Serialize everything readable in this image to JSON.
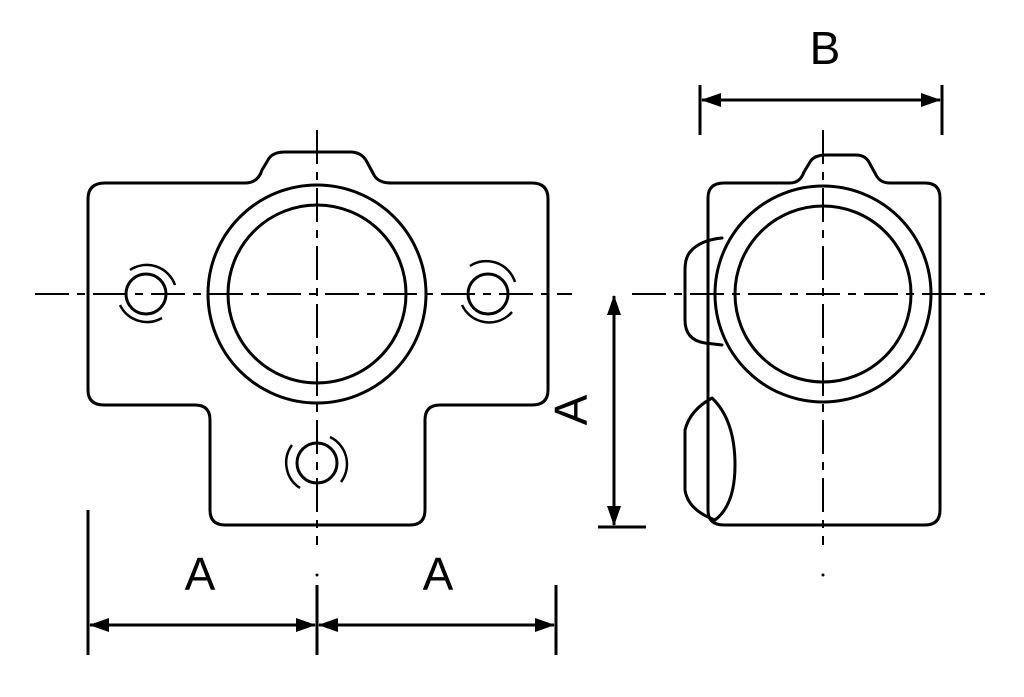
{
  "drawing": {
    "front_view": {
      "dimension_left_label": "A",
      "dimension_right_label": "A"
    },
    "side_view": {
      "dimension_width_label": "B",
      "dimension_height_label": "A"
    },
    "colors": {
      "line": "#000000",
      "background": "#ffffff"
    }
  }
}
